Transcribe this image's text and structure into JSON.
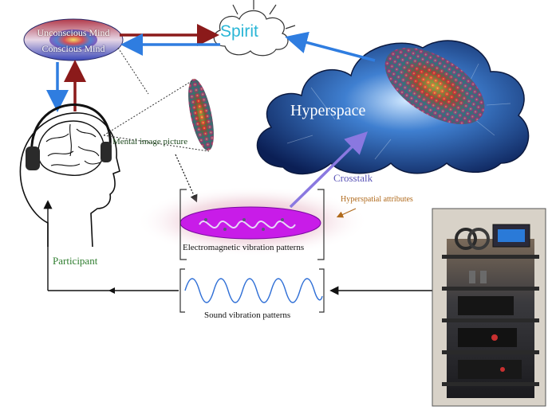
{
  "nodes": {
    "mind_unconscious": "Unconscious Mind",
    "mind_conscious": "Conscious Mind",
    "spirit": "Spirit",
    "hyperspace": "Hyperspace",
    "mental_image": "Mental image picture",
    "crosstalk": "Crosstalk",
    "hyperspatial_attributes": "Hyperspatial attributes",
    "em_patterns": "Electromagnetic vibration patterns",
    "sound_patterns": "Sound vibration patterns",
    "participant": "Participant"
  },
  "colors": {
    "arrow_red": "#8b1a1a",
    "arrow_blue": "#2f7de0",
    "crosstalk_arrow": "#8a78e0",
    "em_ellipse": "#c81ce8",
    "spirit_text": "#2ab6d6",
    "participant_text": "#2e7d2e"
  }
}
